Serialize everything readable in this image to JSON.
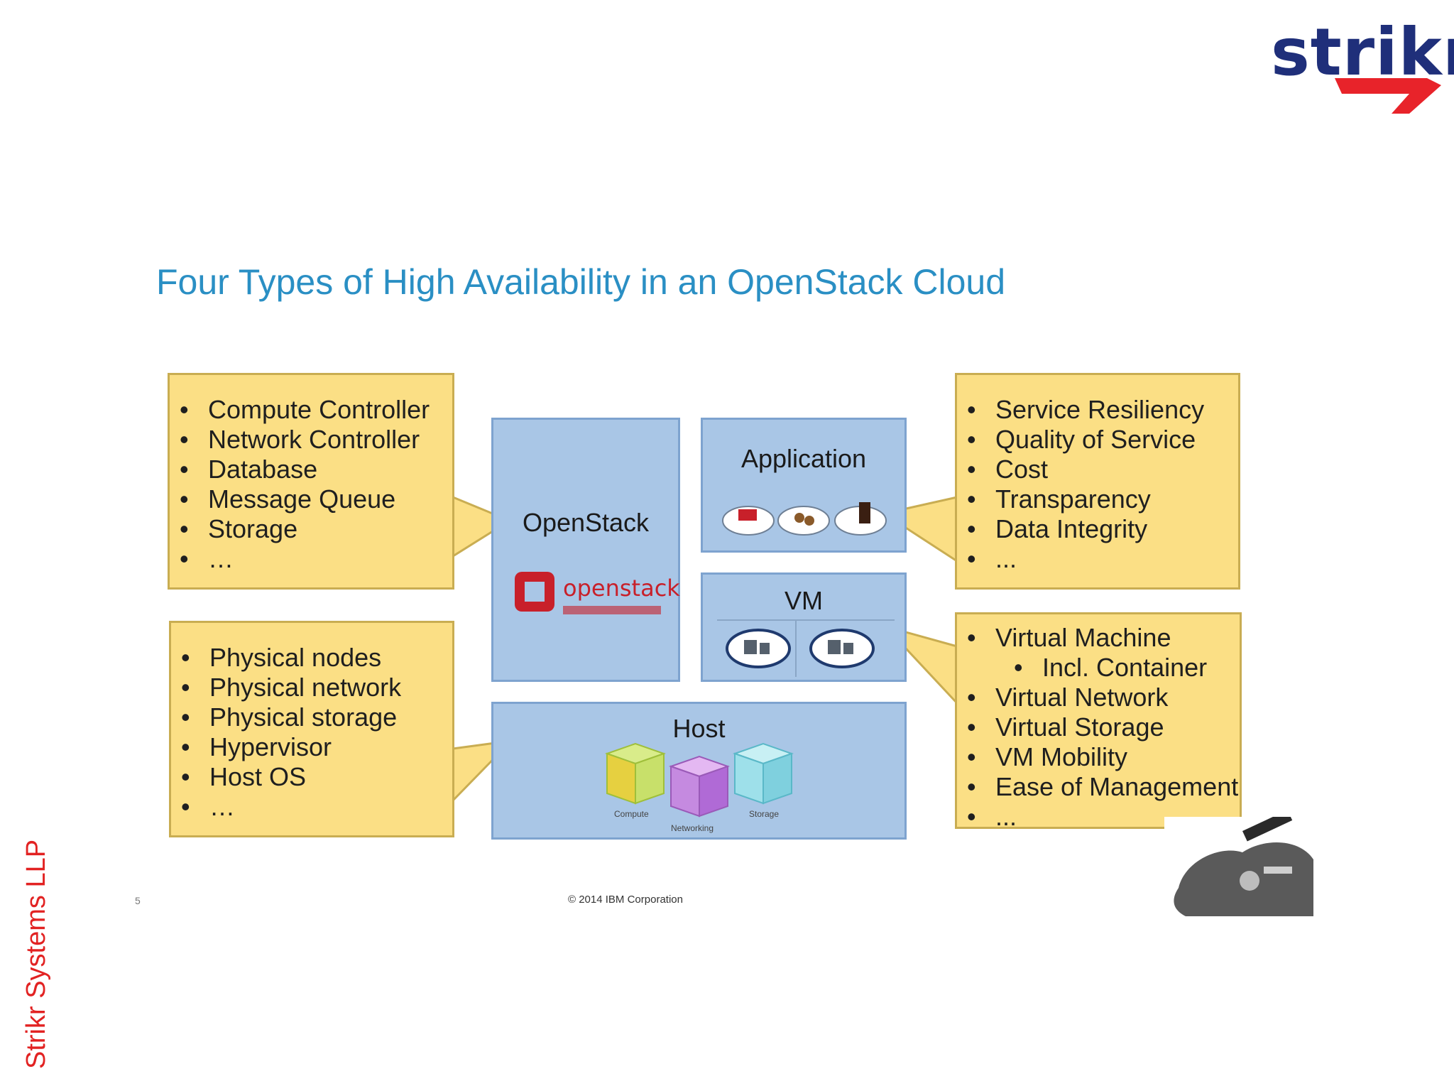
{
  "logo": {
    "text": "strikr",
    "accent_color": "#e8232a",
    "text_color": "#1f2f7a"
  },
  "side_label": "Strikr Systems LLP",
  "title": "Four Types of High Availability in an OpenStack Cloud",
  "callouts": {
    "openstack": {
      "items": [
        "Compute Controller",
        "Network Controller",
        "Database",
        "Message Queue",
        "Storage",
        "…"
      ]
    },
    "host": {
      "items": [
        "Physical nodes",
        "Physical network",
        "Physical storage",
        "Hypervisor",
        "Host OS",
        "…"
      ]
    },
    "application": {
      "items": [
        "Service Resiliency",
        "Quality of Service",
        "Cost",
        "Transparency",
        "Data Integrity",
        "..."
      ]
    },
    "vm": {
      "items": [
        "Virtual Machine",
        "Incl. Container",
        "Virtual Network",
        "Virtual Storage",
        "VM Mobility",
        "Ease of Management",
        "..."
      ]
    }
  },
  "panels": {
    "openstack": {
      "title": "OpenStack",
      "logo_text": "openstack"
    },
    "application": {
      "title": "Application"
    },
    "vm": {
      "title": "VM"
    },
    "host": {
      "title": "Host",
      "cube_labels": [
        "Compute",
        "Networking",
        "Storage"
      ]
    }
  },
  "footer": {
    "page_number": "5",
    "copyright": "© 2014 IBM Corporation"
  },
  "colors": {
    "callout_fill": "#fbdf85",
    "panel_fill": "#a9c6e6",
    "title": "#2a8fc4"
  }
}
